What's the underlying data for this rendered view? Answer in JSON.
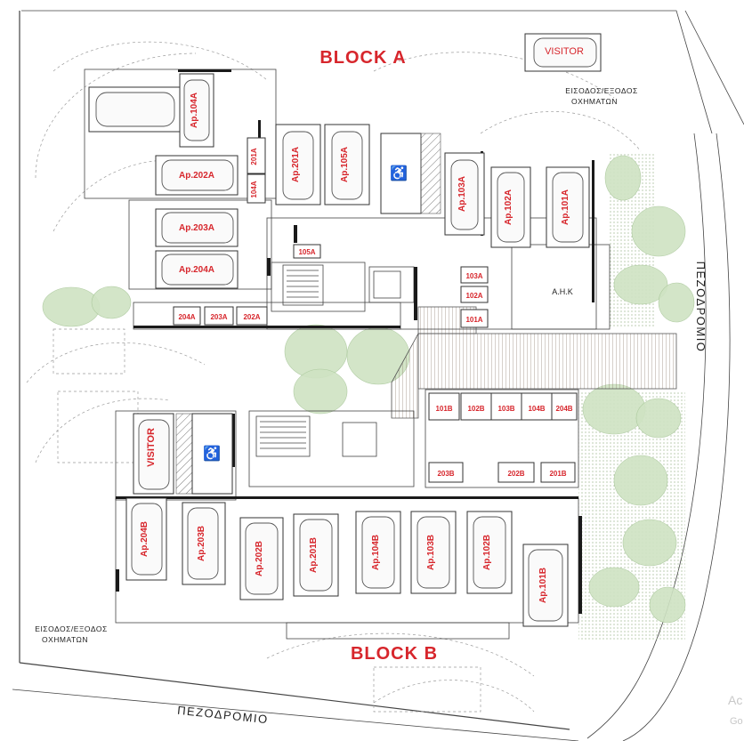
{
  "blocks": {
    "a": "BLOCK A",
    "b": "BLOCK B"
  },
  "streets": {
    "east": "ΠΕΖΟΔΡΟΜΙΟ",
    "south": "ΠΕΖΟΔΡΟΜΙΟ"
  },
  "entrances": {
    "north_line1": "ΕΙΣΟΔΟΣ/ΕΞΟΔΟΣ",
    "north_line2": "ΟΧΗΜΑΤΩΝ",
    "south_line1": "ΕΙΣΟΔΟΣ/ΕΞΟΔΟΣ",
    "south_line2": "ΟΧΗΜΑΤΩΝ"
  },
  "block_a": {
    "visitor": "VISITOR",
    "parking": [
      "Ap.104A",
      "Ap.202A",
      "Ap.203A",
      "Ap.204A",
      "Ap.201A",
      "Ap.105A",
      "Ap.103A",
      "Ap.102A",
      "Ap.101A"
    ],
    "small_201a": "201A",
    "small_104a": "104A",
    "storage": [
      "105A",
      "103A",
      "102A",
      "101A",
      "204A",
      "203A",
      "202A"
    ],
    "ahk": "A.H.K"
  },
  "block_b": {
    "visitor": "VISITOR",
    "parking": [
      "Ap.204B",
      "Ap.203B",
      "Ap.202B",
      "Ap.201B",
      "Ap.104B",
      "Ap.103B",
      "Ap.102B",
      "Ap.101B"
    ],
    "storage": [
      "101B",
      "102B",
      "103B",
      "104B",
      "204B",
      "203B",
      "202B",
      "201B"
    ]
  },
  "watermark": {
    "line1": "Ac",
    "line2": "Go"
  }
}
